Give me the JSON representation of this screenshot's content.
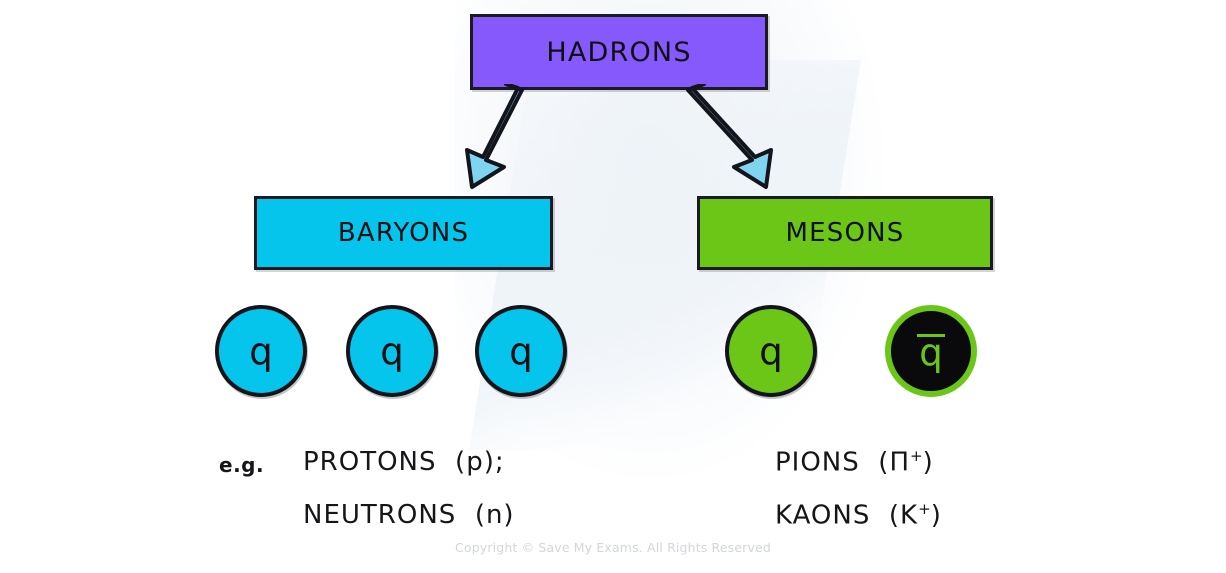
{
  "diagram": {
    "root": {
      "label": "HADRONS",
      "fill": "#8659FC",
      "stroke": "#1a1a22"
    },
    "branches": [
      {
        "label": "BARYONS",
        "fill": "#06C5ED",
        "stroke": "#1a1a22"
      },
      {
        "label": "MESONS",
        "fill": "#6CC617",
        "stroke": "#1a1a22"
      }
    ],
    "arrows": {
      "fill": "#7FD4F0",
      "stroke": "#14141c",
      "count": 2
    },
    "quark_groups": [
      {
        "group": "baryon-quarks",
        "quarks": [
          {
            "symbol": "q",
            "fill": "#06C5ED",
            "text_color": "#101014",
            "antiparticle": false
          },
          {
            "symbol": "q",
            "fill": "#06C5ED",
            "text_color": "#101014",
            "antiparticle": false
          },
          {
            "symbol": "q",
            "fill": "#06C5ED",
            "text_color": "#101014",
            "antiparticle": false
          }
        ]
      },
      {
        "group": "meson-quarks",
        "quarks": [
          {
            "symbol": "q",
            "fill": "#6CC617",
            "text_color": "#101014",
            "antiparticle": false
          },
          {
            "symbol": "q",
            "fill": "#0a0a0c",
            "text_color": "#6CC617",
            "antiparticle": true
          }
        ]
      }
    ]
  },
  "examples": {
    "eg_label": "e.g.",
    "baryons": [
      {
        "name": "PROTONS",
        "symbol": "(p);"
      },
      {
        "name": "NEUTRONS",
        "symbol": "(n)"
      }
    ],
    "mesons": [
      {
        "name": "PIONS",
        "symbol_open": "(Π",
        "charge": "+",
        "symbol_close": ")"
      },
      {
        "name": "KAONS",
        "symbol_open": "(K",
        "charge": "+",
        "symbol_close": ")"
      }
    ]
  },
  "footer": {
    "copyright": "Copyright © Save My Exams. All Rights Reserved"
  }
}
